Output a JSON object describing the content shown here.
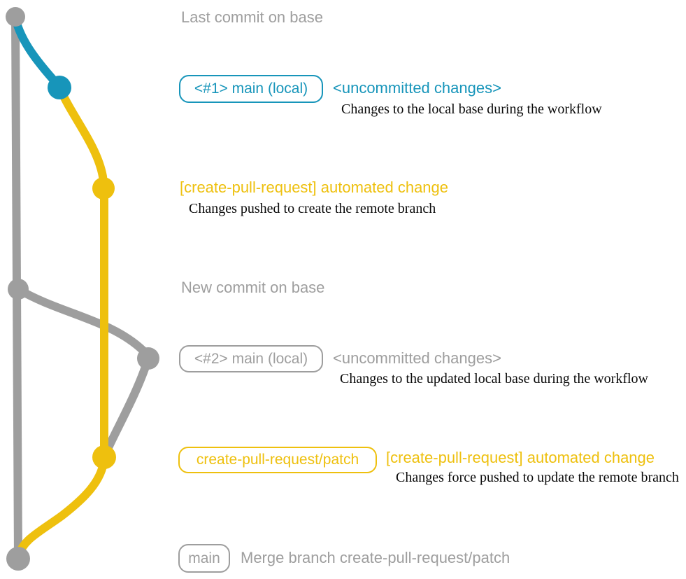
{
  "colors": {
    "gray": "#9e9e9e",
    "blue": "#1795ba",
    "yellow": "#eec00e",
    "ink": "#0a0a0a",
    "background": "#ffffff"
  },
  "graph": {
    "commit_dots": [
      {
        "name": "last-commit-on-base",
        "color": "gray"
      },
      {
        "name": "uncommitted-changes-1",
        "color": "blue"
      },
      {
        "name": "automated-change-1",
        "color": "yellow"
      },
      {
        "name": "new-commit-on-base",
        "color": "gray"
      },
      {
        "name": "uncommitted-changes-2",
        "color": "gray"
      },
      {
        "name": "automated-change-2",
        "color": "yellow"
      },
      {
        "name": "merge-commit",
        "color": "gray"
      }
    ],
    "branches": [
      {
        "name": "base",
        "color": "gray"
      },
      {
        "name": "local-main",
        "color": "blue"
      },
      {
        "name": "create-pull-request-patch",
        "color": "yellow"
      }
    ]
  },
  "annotations": {
    "row1": {
      "title": "Last commit on base"
    },
    "row2": {
      "branch_label": "<#1> main (local)",
      "status": "<uncommitted changes>",
      "note": "Changes to the local base during the workflow"
    },
    "row3": {
      "title": "[create-pull-request] automated change",
      "note": "Changes pushed to create the remote branch"
    },
    "row4": {
      "title": "New commit on base"
    },
    "row5": {
      "branch_label": "<#2> main (local)",
      "status": "<uncommitted changes>",
      "note": "Changes to the updated local base during the workflow"
    },
    "row6": {
      "branch_label": "create-pull-request/patch",
      "title": "[create-pull-request] automated change",
      "note": "Changes force pushed to update the remote branch"
    },
    "row7": {
      "branch_label": "main",
      "title": "Merge branch create-pull-request/patch"
    }
  }
}
